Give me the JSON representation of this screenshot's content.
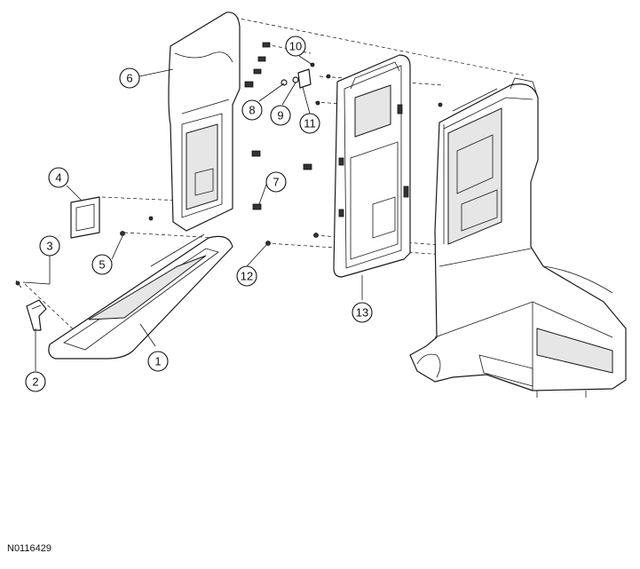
{
  "figure_id": "N0116429",
  "callouts": [
    {
      "id": "1",
      "label": "1"
    },
    {
      "id": "2",
      "label": "2"
    },
    {
      "id": "3",
      "label": "3"
    },
    {
      "id": "4",
      "label": "4"
    },
    {
      "id": "5",
      "label": "5"
    },
    {
      "id": "6",
      "label": "6"
    },
    {
      "id": "7",
      "label": "7"
    },
    {
      "id": "8",
      "label": "8"
    },
    {
      "id": "9",
      "label": "9"
    },
    {
      "id": "10",
      "label": "10"
    },
    {
      "id": "11",
      "label": "11"
    },
    {
      "id": "12",
      "label": "12"
    },
    {
      "id": "13",
      "label": "13"
    }
  ]
}
